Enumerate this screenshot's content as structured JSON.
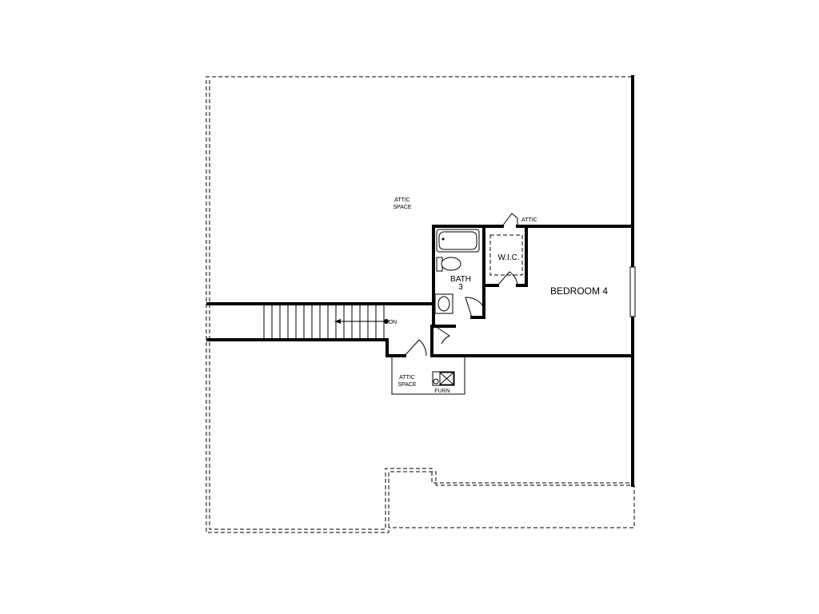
{
  "plan": {
    "labels": {
      "attic_space_top_line1": "ATTIC",
      "attic_space_top_line2": "SPACE",
      "attic_access": "ATTIC",
      "wic": "W.I.C.",
      "bath_line1": "BATH",
      "bath_line2": "3",
      "bedroom": "BEDROOM 4",
      "stair_direction": "DN",
      "attic_space_bottom_line1": "ATTIC",
      "attic_space_bottom_line2": "SPACE",
      "furnace": "FURN"
    }
  }
}
